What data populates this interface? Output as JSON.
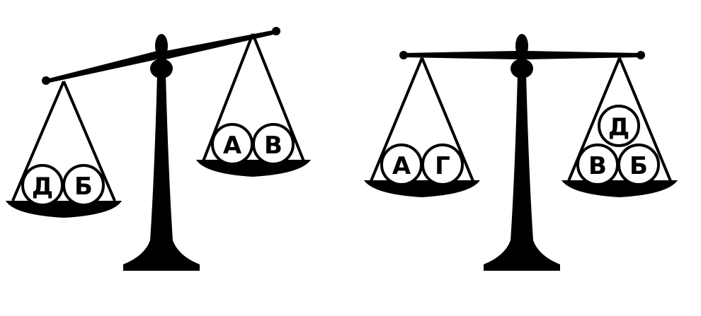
{
  "colors": {
    "ink": "#000000",
    "paper": "#ffffff"
  },
  "scales": [
    {
      "id": "scale-left",
      "tilt": "left-pan-down",
      "left_pan": [
        "Д",
        "Б"
      ],
      "right_pan": [
        "А",
        "В"
      ]
    },
    {
      "id": "scale-right",
      "tilt": "balanced",
      "left_pan": [
        "А",
        "Г"
      ],
      "right_pan": [
        "В",
        "Б",
        "Д"
      ]
    }
  ]
}
